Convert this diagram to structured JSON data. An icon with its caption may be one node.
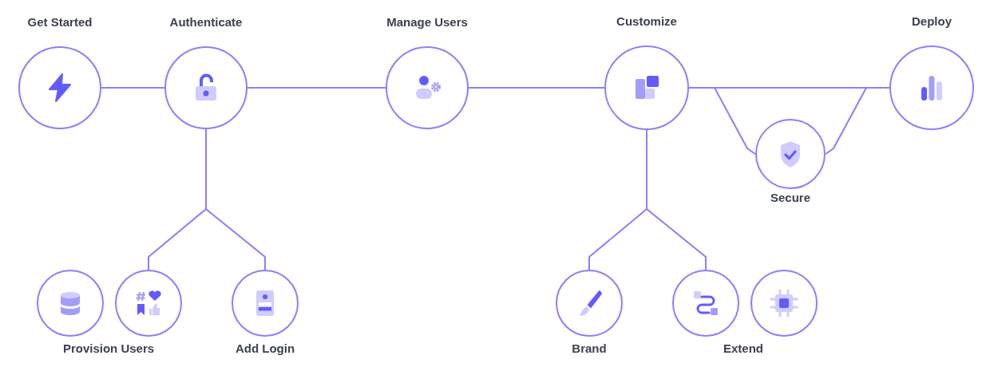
{
  "diagram": {
    "nodes": [
      {
        "text": [
          "Get Started"
        ]
      },
      {
        "text": [
          "Authenticate"
        ]
      },
      {
        "text": [
          "Manage Users"
        ]
      },
      {
        "text": [
          "Customize"
        ]
      },
      {
        "text": [
          "Secure"
        ]
      },
      {
        "text": [
          "Deploy"
        ]
      },
      {
        "text": [],
        "shape": "circle"
      },
      {
        "text": [],
        "shape": "circle"
      },
      {
        "text": [
          "Add Login"
        ]
      },
      {
        "text": [
          "Brand"
        ]
      },
      {
        "text": [],
        "shape": "circle"
      },
      {
        "text": [],
        "shape": "circle"
      }
    ],
    "edges": [
      {
        "from": 0,
        "to": 1,
        "arrow": "none"
      },
      {
        "from": 1,
        "to": 2,
        "arrow": "none"
      },
      {
        "from": 2,
        "to": 3,
        "arrow": "none"
      },
      {
        "from": 3,
        "to": 5,
        "arrow": "none"
      },
      {
        "from": 3,
        "to": 4,
        "arrow": "none"
      },
      {
        "from": 4,
        "to": 5,
        "arrow": "none"
      },
      {
        "from": 1,
        "to": 7,
        "arrow": "none"
      },
      {
        "from": 1,
        "to": 8,
        "arrow": "none"
      },
      {
        "from": 3,
        "to": 9,
        "arrow": "none"
      },
      {
        "from": 3,
        "to": 10,
        "arrow": "none"
      }
    ],
    "labels": [
      "Provision Users",
      "Extend"
    ]
  }
}
